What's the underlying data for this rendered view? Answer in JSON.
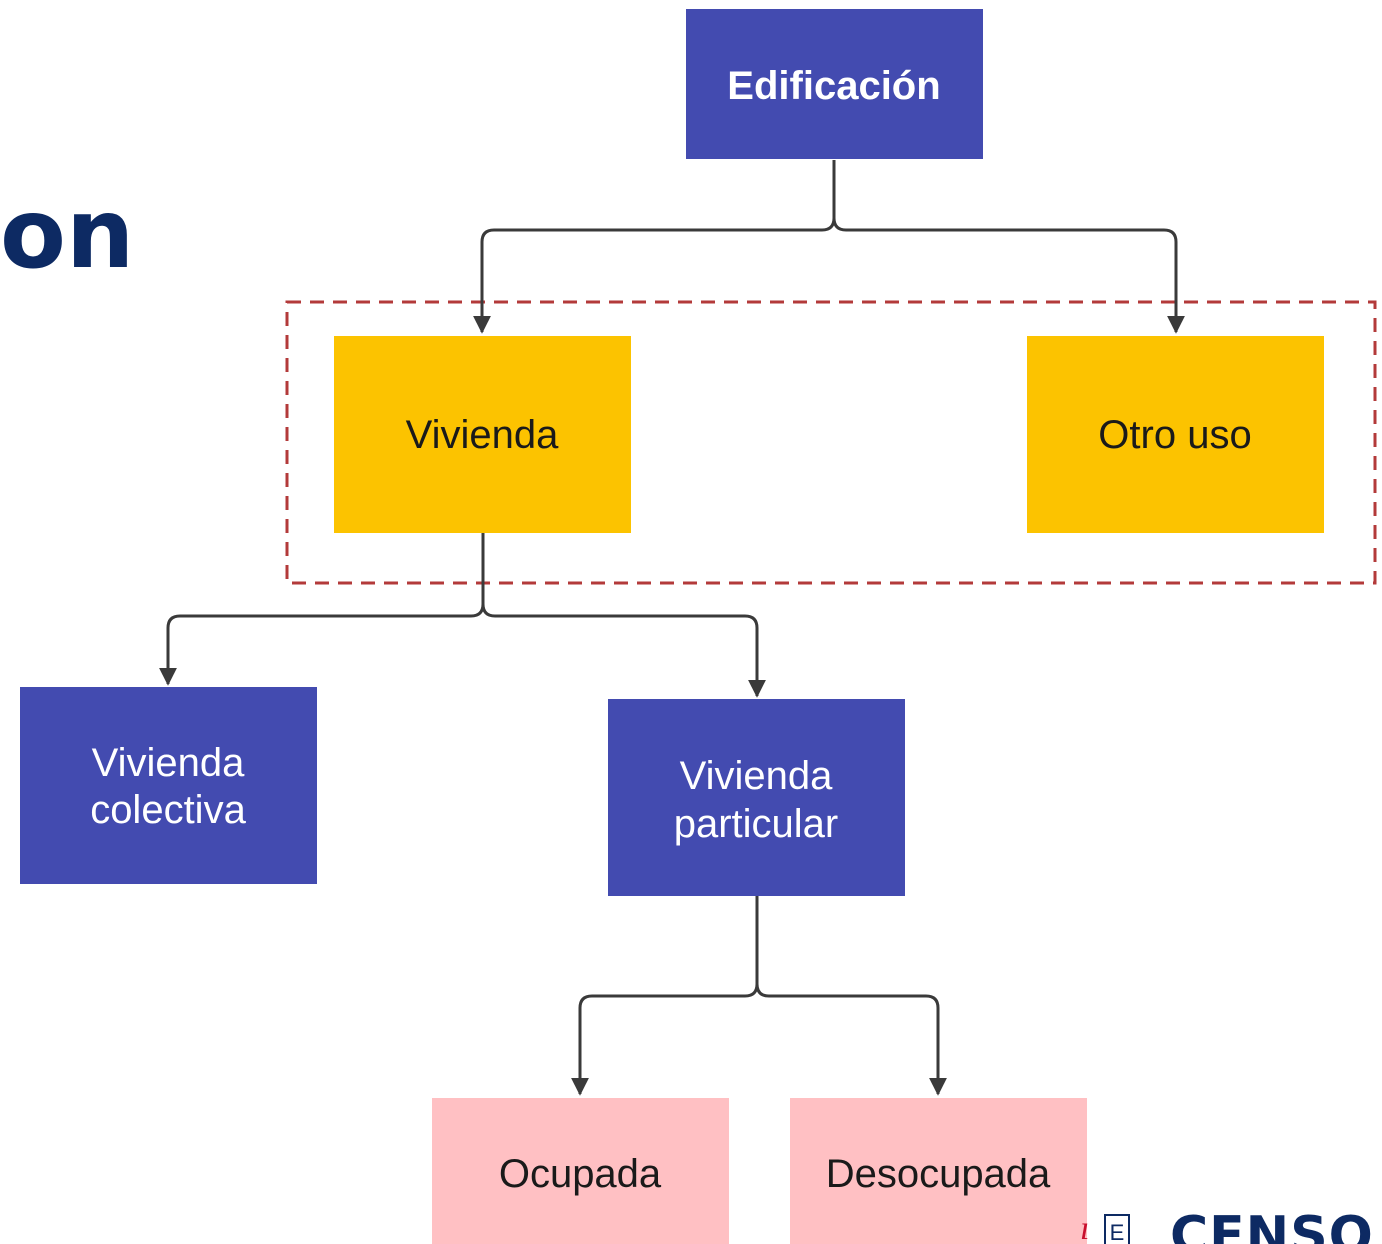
{
  "heading_fragment": "on",
  "nodes": {
    "edificacion": "Edificación",
    "vivienda": "Vivienda",
    "otro_uso": "Otro uso",
    "vivienda_colectiva": [
      "Vivienda",
      "colectiva"
    ],
    "vivienda_particular": [
      "Vivienda",
      "particular"
    ],
    "ocupada": "Ocupada",
    "desocupada": "Desocupada"
  },
  "logo": {
    "mark": "ı",
    "box_letter": "E",
    "text": "CENSO"
  },
  "colors": {
    "blue_node": "#434bb0",
    "yellow_node": "#fcc300",
    "pink_node": "#ffc0c3",
    "connector": "#3a3a3a",
    "dashed_frame": "#b33a3a",
    "heading": "#0d2a63"
  }
}
